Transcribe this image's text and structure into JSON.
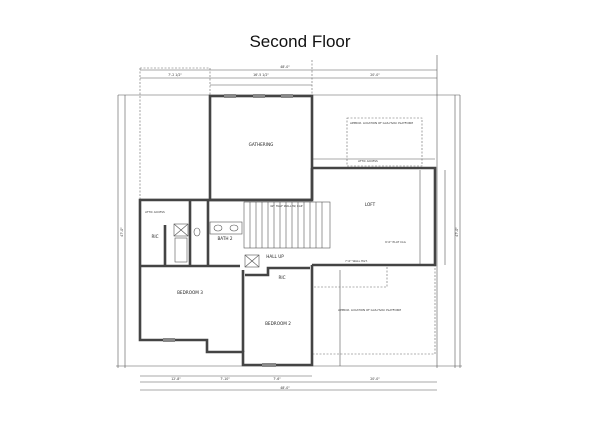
{
  "title": "Second Floor",
  "rooms": {
    "gathering": "GATHERING",
    "loft": "LOFT",
    "bath2": "BATH 2",
    "bedroom3": "BEDROOM 3",
    "bedroom2": "BEDROOM 2",
    "hall": "HALL UP",
    "ric_left": "RIC",
    "ric_right": "RIC"
  },
  "notes": {
    "platform_top": "APPROX. LOCATION OF GAS-HVAC PLATFORM",
    "platform_bottom": "APPROX. LOCATION OF GAS-HVAC PLATFORM",
    "attic_access_left": "ATTIC ACCESS",
    "attic_access_loft": "ATTIC ACCESS",
    "wall_ht": "7'-0\" WALL HGT.",
    "half_wall": "42\" HALF WALL W/ CAP",
    "plat_clg": "9'-0\" PLAT CLG"
  },
  "dimensions": {
    "overall": "48'-0\"",
    "left_top": "7'-2 1/2\"",
    "mid_top": "16'-5 1/2\"",
    "right_top": "20'-0\"",
    "bottom_left": "12'-8\"",
    "bottom_mid1": "7'-10\"",
    "bottom_mid2": "7'-6\"",
    "bottom_right": "20'-0\"",
    "left_side": "47'-0\"",
    "right_side": "47'-0\""
  }
}
